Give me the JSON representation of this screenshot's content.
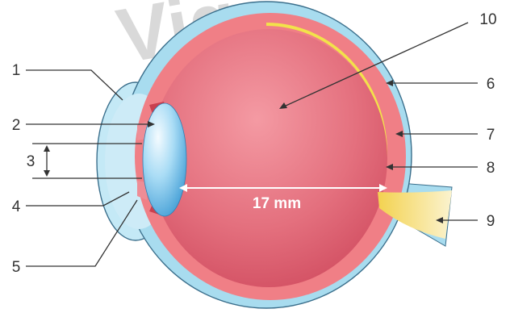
{
  "watermark": "Vig",
  "dimension_label": "17 mm",
  "labels": [
    "1",
    "2",
    "3",
    "4",
    "5",
    "6",
    "7",
    "8",
    "9",
    "10"
  ],
  "colors": {
    "sclera": "#a8dcef",
    "choroid": "#f07f86",
    "retina": "#f2e24a",
    "vitreous": "#df5e6f",
    "lens": "#5fb5e6",
    "optic_nerve": "#f7e79a",
    "outline": "#3b6f8c"
  }
}
